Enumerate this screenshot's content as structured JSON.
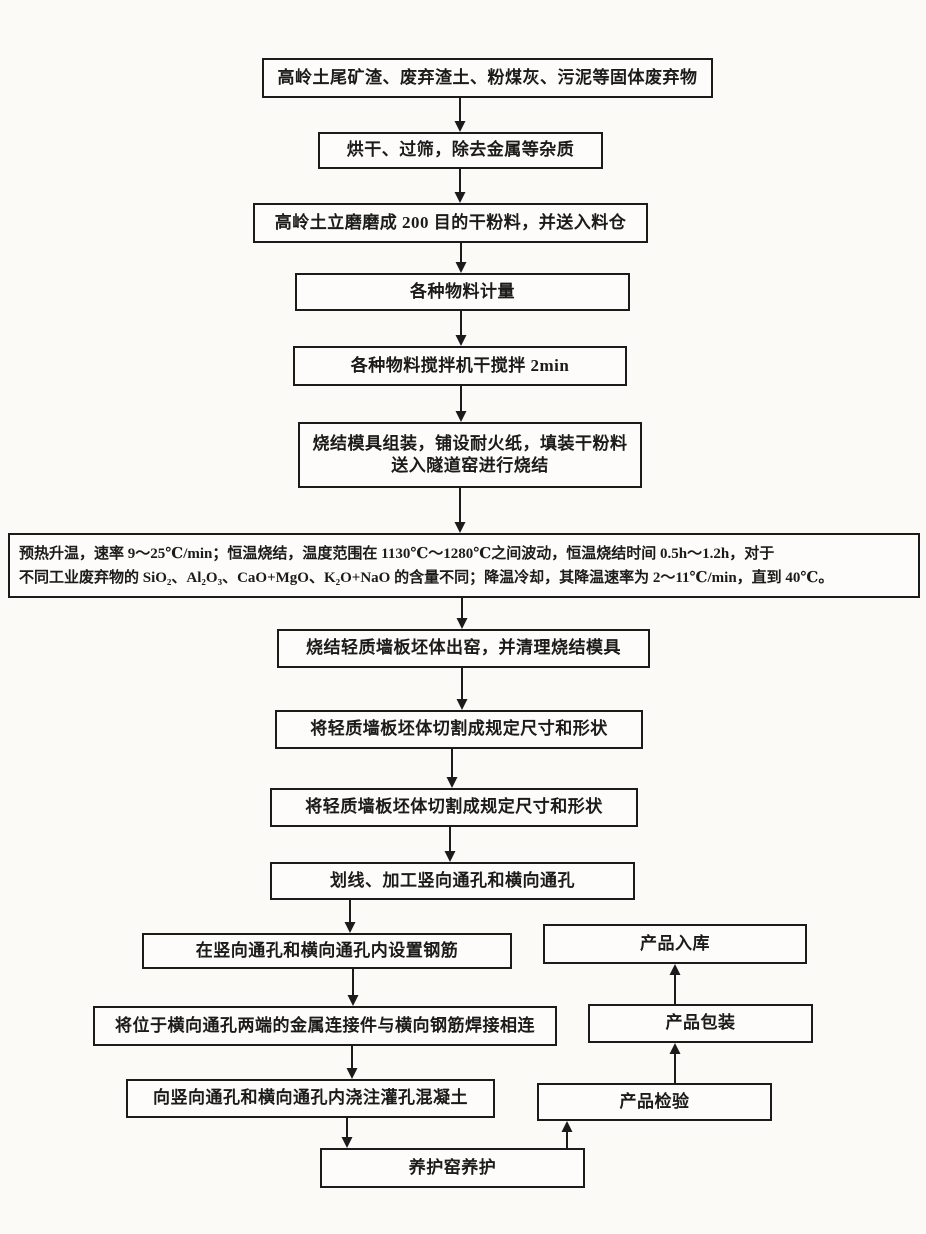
{
  "diagram": {
    "type": "flowchart",
    "direction": "top-to-bottom, with a product-handling branch flowing bottom-to-top on the right",
    "colors": {
      "ink": "#1b1b1b",
      "paper": "#fbfaf7"
    },
    "nodes": {
      "b1": "高岭土尾矿渣、废弃渣土、粉煤灰、污泥等固体废弃物",
      "b2": "烘干、过筛，除去金属等杂质",
      "b3": "高岭土立磨磨成 200 目的干粉料，并送入料仓",
      "b4": "各种物料计量",
      "b5": "各种物料搅拌机干搅拌 2min",
      "b6_line1": "烧结模具组装，铺设耐火纸，填装干粉料",
      "b6_line2": "送入隧道窑进行烧结",
      "b7_line1": "预热升温，速率 9～25℃/min；恒温烧结，温度范围在 1130℃～1280℃之间波动，恒温烧结时间 0.5h～1.2h，对于",
      "b7_line2": "不同工业废弃物的 SiO₂、Al₂O₃、CaO+MgO、K₂O+NaO 的含量不同；降温冷却，其降温速率为 2～11℃/min，直到 40℃。",
      "b8": "烧结轻质墙板坯体出窑，并清理烧结模具",
      "b9": "将轻质墙板坯体切割成规定尺寸和形状",
      "b10": "将轻质墙板坯体切割成规定尺寸和形状",
      "b11": "划线、加工竖向通孔和横向通孔",
      "b12": "在竖向通孔和横向通孔内设置钢筋",
      "b13": "将位于横向通孔两端的金属连接件与横向钢筋焊接相连",
      "b14": "向竖向通孔和横向通孔内浇注灌孔混凝土",
      "b15": "养护窑养护",
      "r1": "产品入库",
      "r2": "产品包装",
      "r3": "产品检验"
    },
    "edges": [
      "b1→b2",
      "b2→b3",
      "b3→b4",
      "b4→b5",
      "b5→b6",
      "b6→b7",
      "b7→b8",
      "b8→b9",
      "b9→b10",
      "b10→b11",
      "b11→b12",
      "b12→b13",
      "b13→b14",
      "b14→b15",
      "b15→r3",
      "r3→r2",
      "r2→r1"
    ]
  }
}
